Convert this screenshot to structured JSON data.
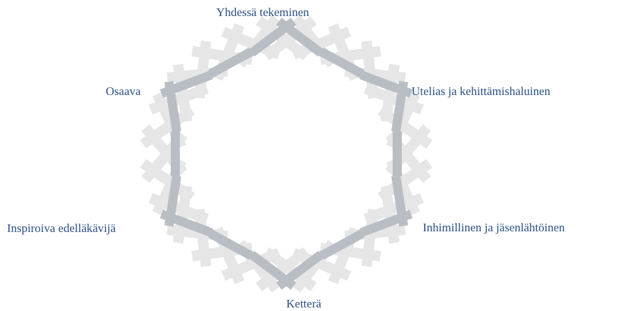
{
  "values": [
    {
      "id": "yhdessa",
      "label": "Yhdessä tekeminen"
    },
    {
      "id": "utelias",
      "label": "Utelias ja kehittämishaluinen"
    },
    {
      "id": "inhimillinen",
      "label": "Inhimillinen ja jäsenlähtöinen"
    },
    {
      "id": "kettera",
      "label": "Ketterä"
    },
    {
      "id": "inspiroiva",
      "label": "Inspiroiva edelläkävijä"
    },
    {
      "id": "osaava",
      "label": "Osaava"
    }
  ],
  "colors": {
    "label": "#2a4f86",
    "ribbon_dark": "#b9bec5",
    "ribbon_light": "#e6e6e6"
  }
}
